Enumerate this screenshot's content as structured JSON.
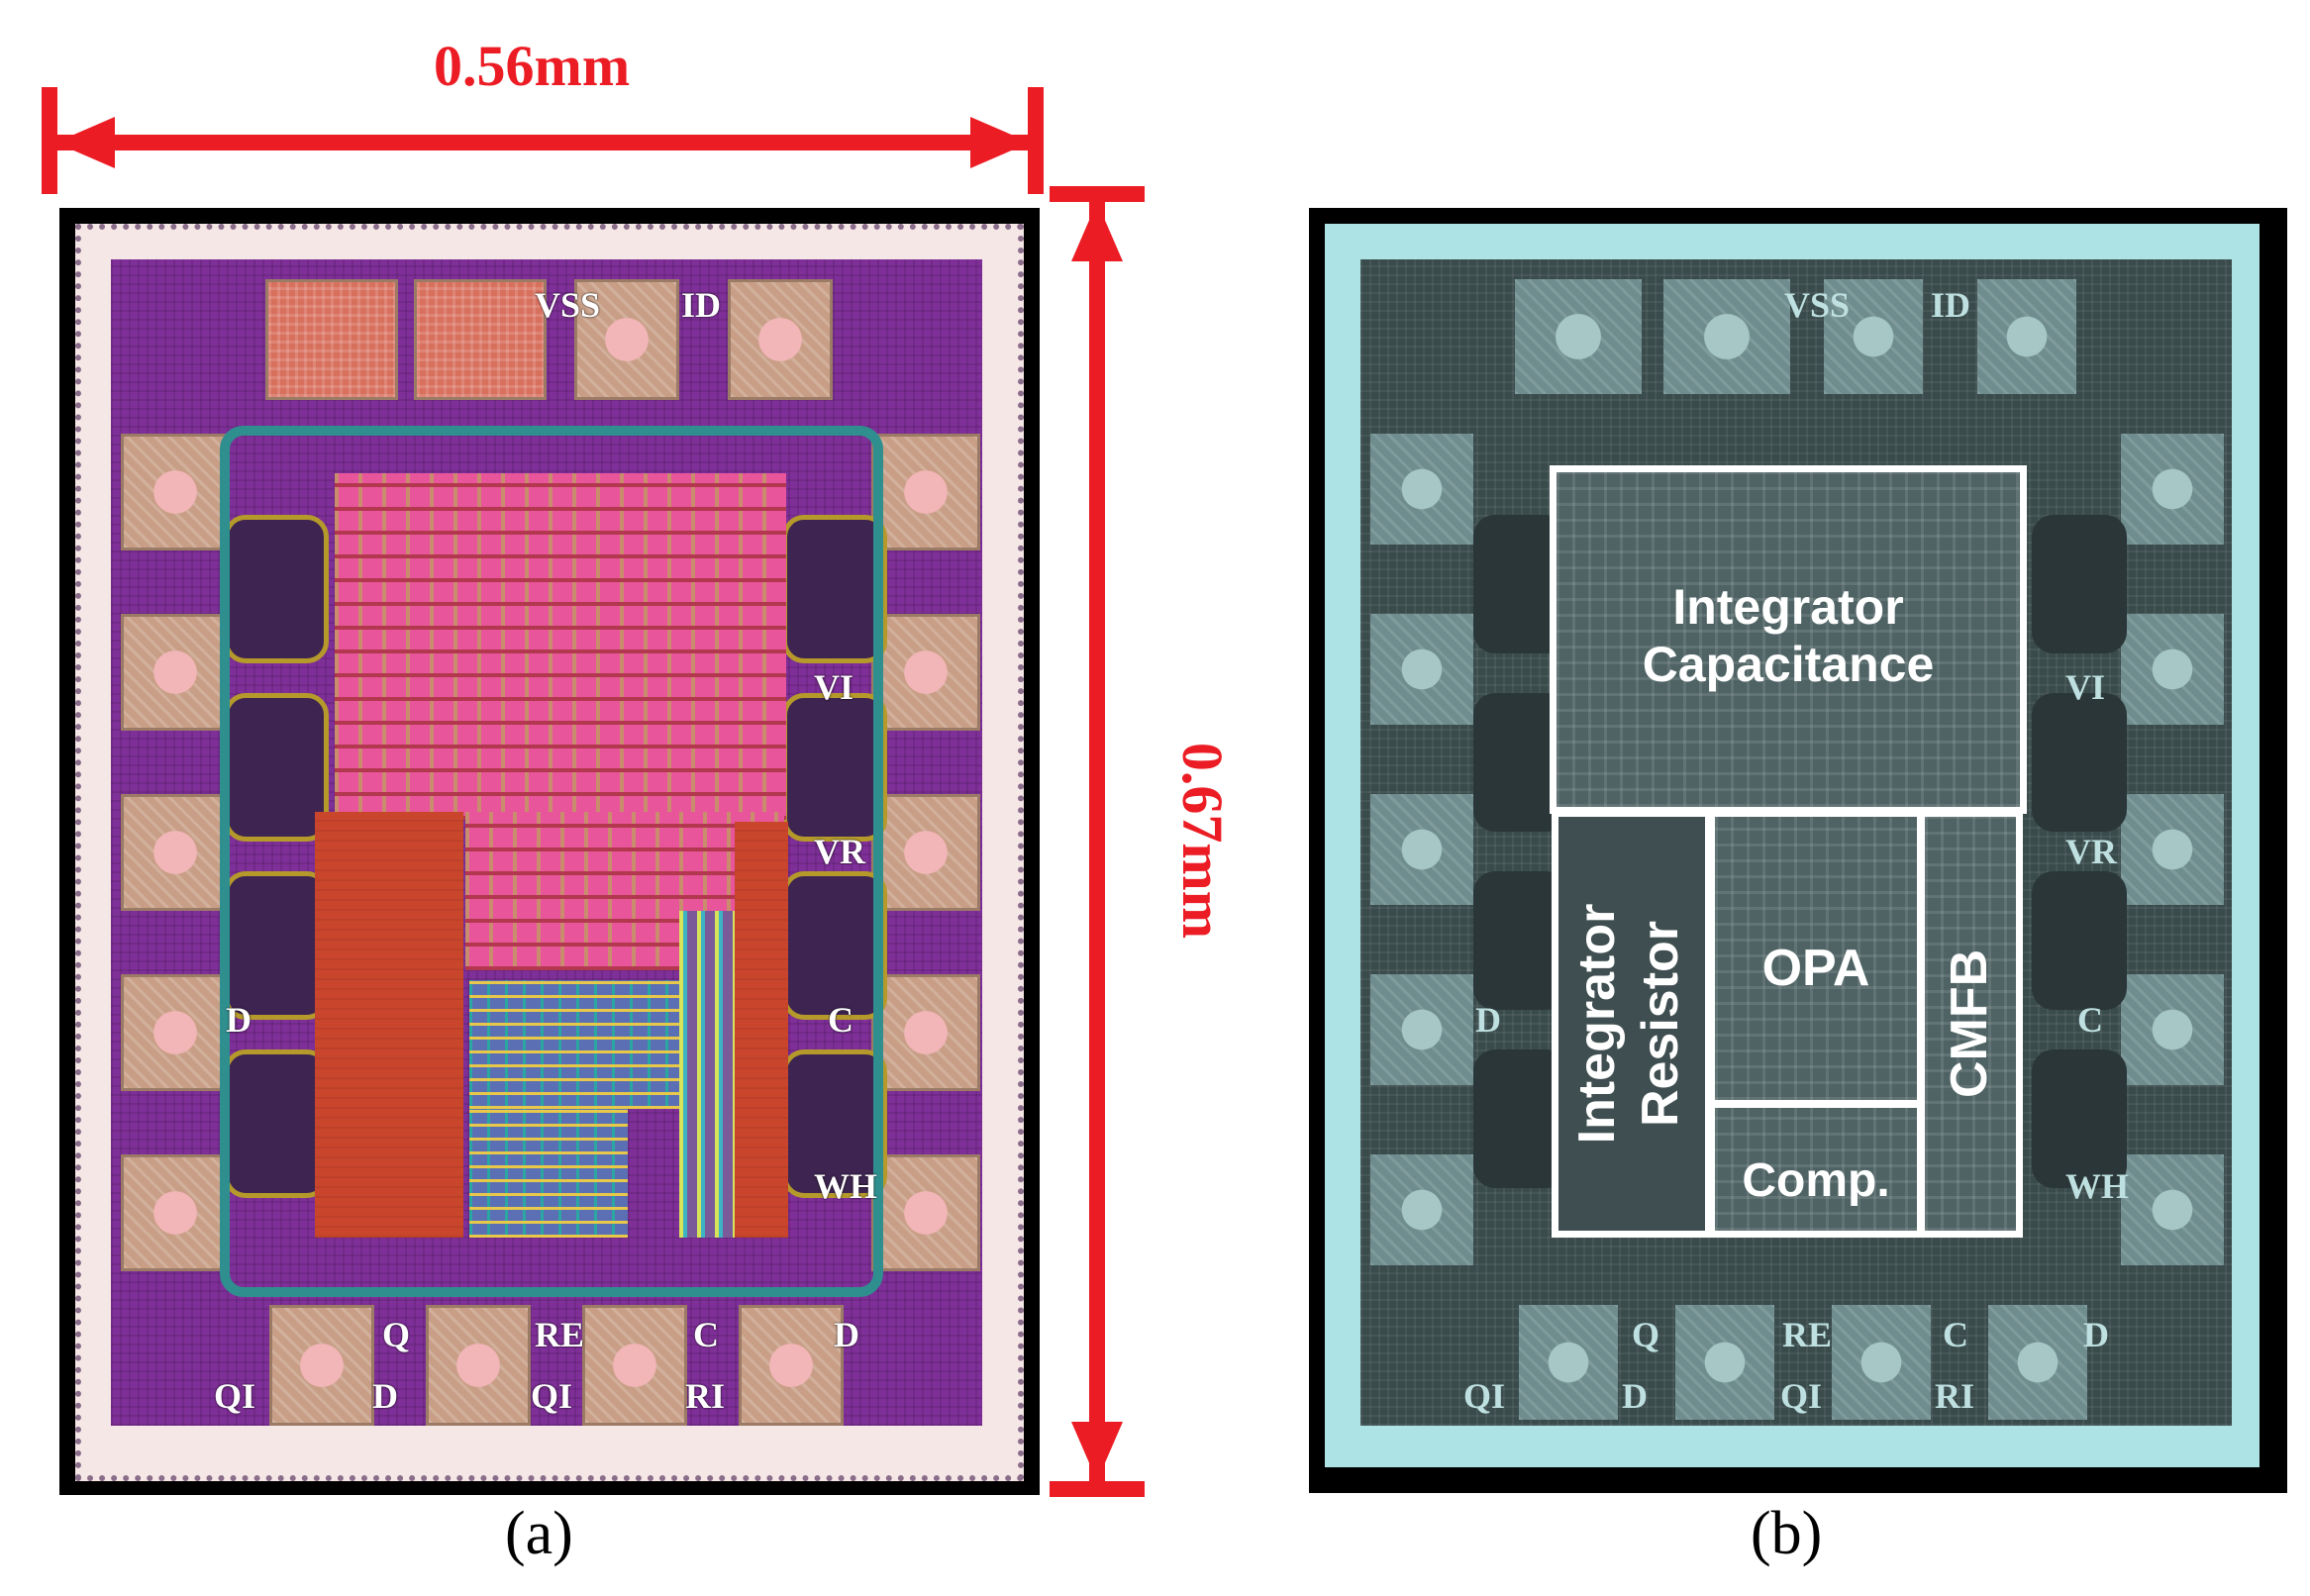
{
  "panel_a": {
    "width_label": "0.56mm",
    "height_label": "0.67mm",
    "caption": "(a)",
    "pin_labels": {
      "top": [
        "VSS",
        "ID"
      ],
      "right": [
        "VI",
        "VR",
        "C",
        "WH"
      ],
      "left": [
        "D"
      ],
      "bottom_row1": [
        "Q",
        "RE",
        "C",
        "D"
      ],
      "bottom_row2": [
        "QI",
        "D",
        "QI",
        "RI"
      ]
    },
    "colors": {
      "dimension": "#ec1c24"
    }
  },
  "panel_b": {
    "caption": "(b)",
    "blocks": {
      "capacitance": "Integrator Capacitance",
      "capacitance_line1": "Integrator",
      "capacitance_line2": "Capacitance",
      "resistor_line1": "Integrator",
      "resistor_line2": "Resistor",
      "opa": "OPA",
      "comp": "Comp.",
      "cmfb": "CMFB"
    },
    "pin_labels": {
      "top": [
        "VSS",
        "ID"
      ],
      "right": [
        "VI",
        "VR",
        "C",
        "WH"
      ],
      "left": [
        "D"
      ],
      "bottom_row1": [
        "Q",
        "RE",
        "C",
        "D"
      ],
      "bottom_row2": [
        "QI",
        "D",
        "QI",
        "RI"
      ]
    }
  }
}
